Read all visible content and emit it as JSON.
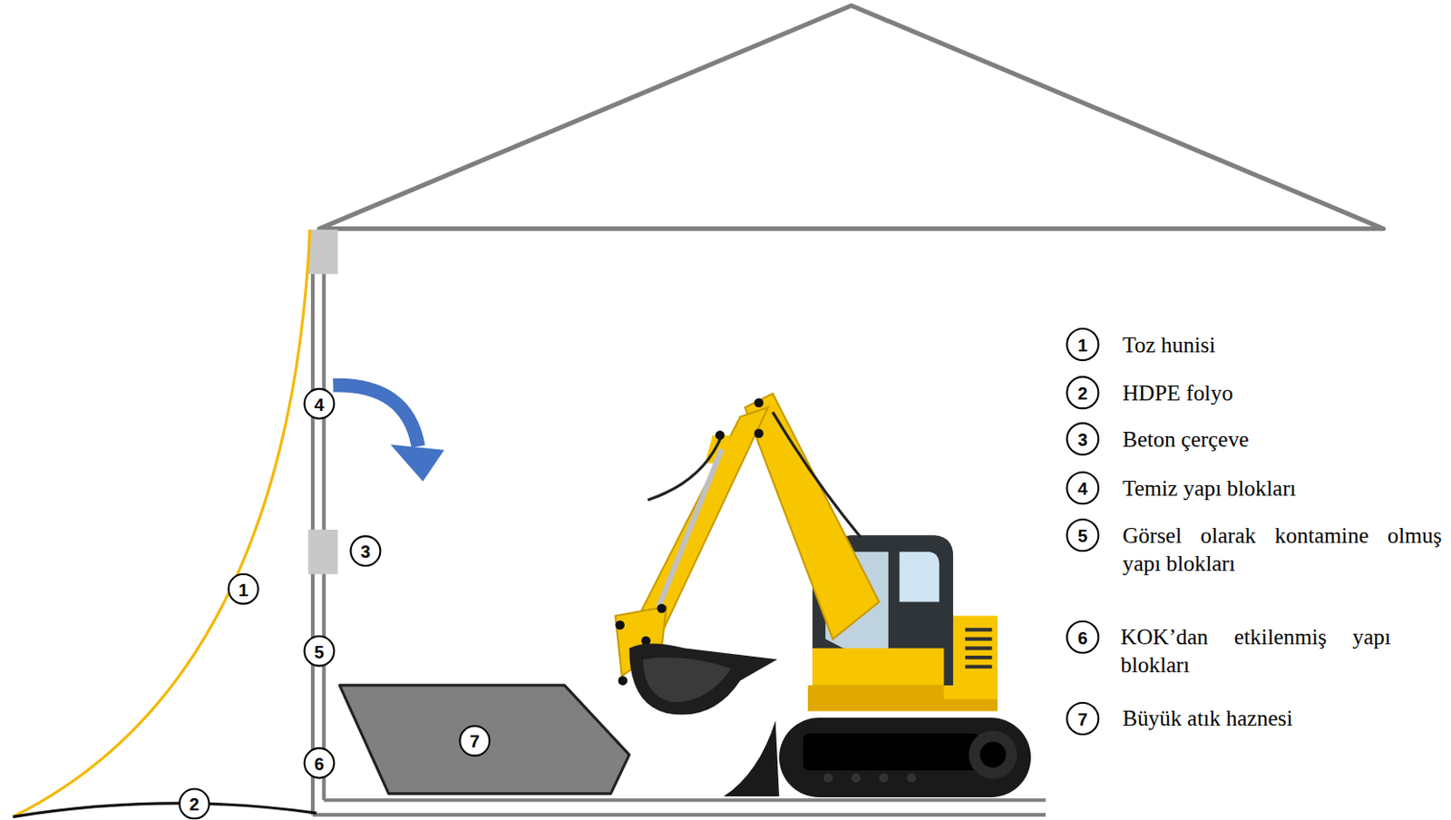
{
  "diagram": {
    "labels": [
      "1",
      "2",
      "3",
      "4",
      "5",
      "6",
      "7",
      "1",
      "2",
      "3",
      "4",
      "5",
      "6",
      "7",
      "Toz hunisi",
      "HDPE folyo",
      "Beton çerçeve",
      "Temiz yapı blokları",
      "Görsel olarak kontamine olmuş yapı blokları",
      "KOK’dan etkilenmiş yapı blokları",
      "Büyük atık haznesi"
    ]
  }
}
